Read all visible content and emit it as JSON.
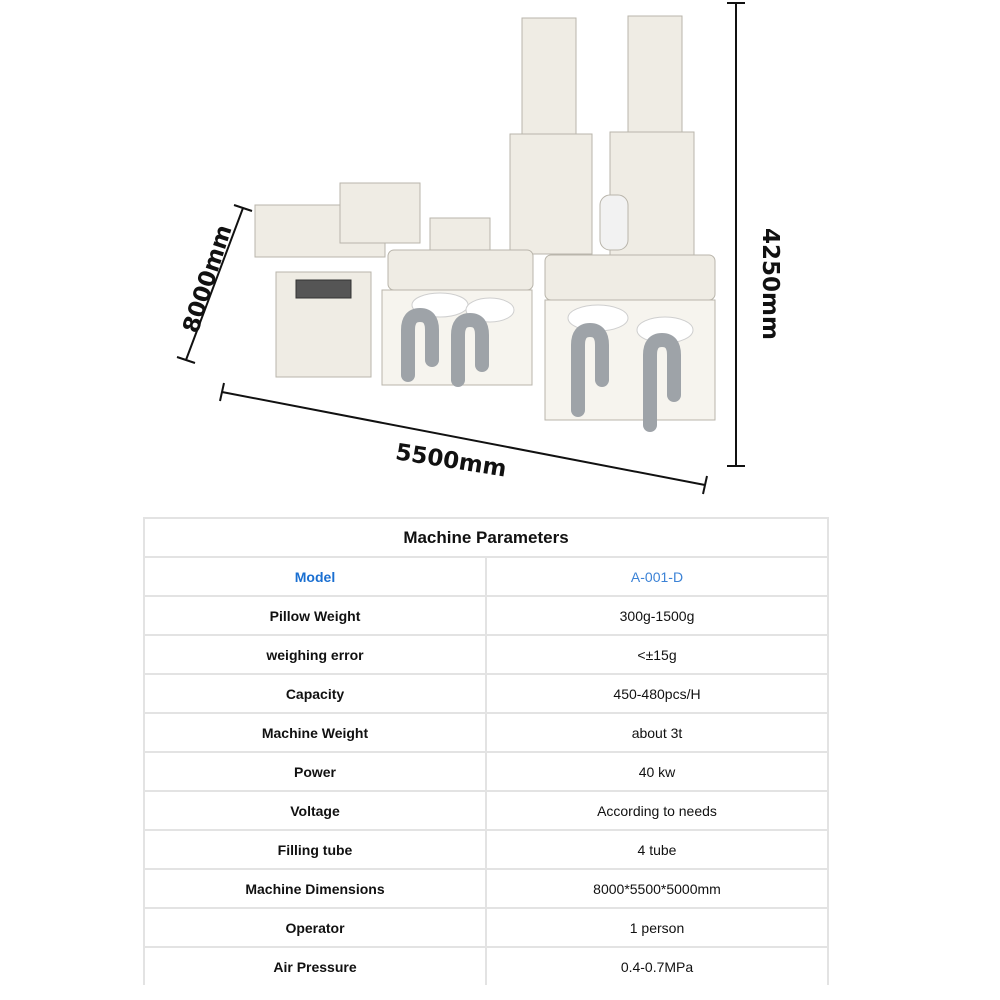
{
  "figure": {
    "dimension_labels": {
      "depth": "8000mm",
      "height": "4250mm",
      "width": "5500mm"
    }
  },
  "table": {
    "title": "Machine Parameters",
    "highlight_color": "#1a6fd1",
    "rows": [
      {
        "label": "Model",
        "value": "A-001-D"
      },
      {
        "label": "Pillow Weight",
        "value": "300g-1500g"
      },
      {
        "label": "weighing error",
        "value": "<±15g"
      },
      {
        "label": "Capacity",
        "value": "450-480pcs/H"
      },
      {
        "label": "Machine Weight",
        "value": "about 3t"
      },
      {
        "label": "Power",
        "value": "40 kw"
      },
      {
        "label": "Voltage",
        "value": "According to needs"
      },
      {
        "label": "Filling tube",
        "value": "4 tube"
      },
      {
        "label": "Machine Dimensions",
        "value": "8000*5500*5000mm"
      },
      {
        "label": "Operator",
        "value": "1 person"
      },
      {
        "label": "Air Pressure",
        "value": "0.4-0.7MPa"
      }
    ]
  }
}
